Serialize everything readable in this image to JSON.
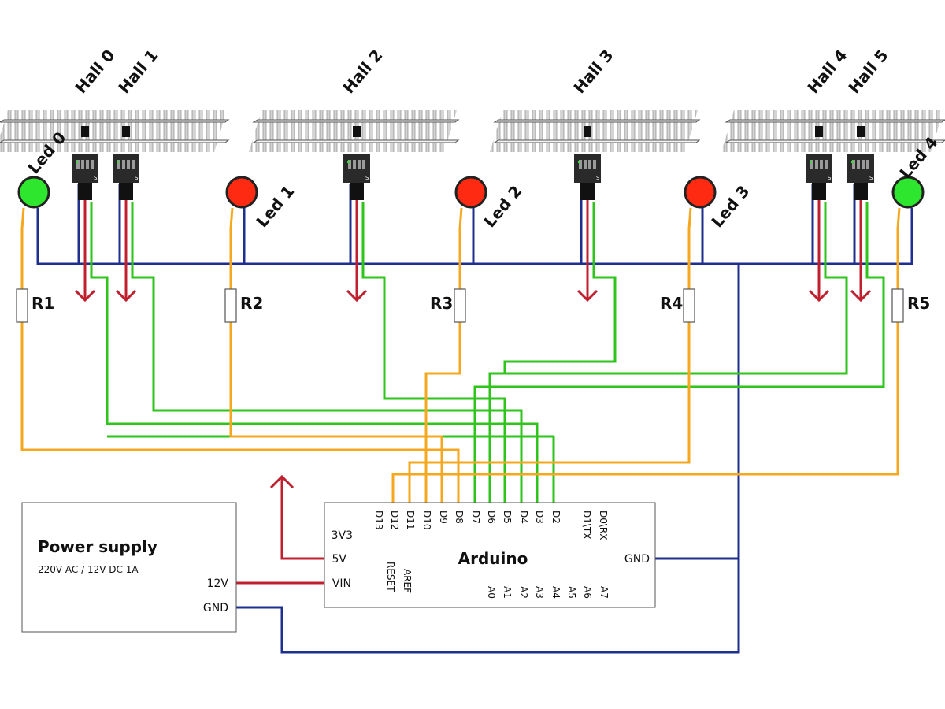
{
  "halls": [
    "Hall 0",
    "Hall 1",
    "Hall 2",
    "Hall 3",
    "Hall 4",
    "Hall 5"
  ],
  "leds": [
    {
      "label": "Led 0",
      "color": "#2ee62e"
    },
    {
      "label": "Led 1",
      "color": "#ff2a12"
    },
    {
      "label": "Led 2",
      "color": "#ff2a12"
    },
    {
      "label": "Led 3",
      "color": "#ff2a12"
    },
    {
      "label": "Led 4",
      "color": "#2ee62e"
    }
  ],
  "resistors": [
    "R1",
    "R2",
    "R3",
    "R4",
    "R5"
  ],
  "sensor_pin": "S",
  "arduino": {
    "title": "Arduino",
    "top_pins": [
      "D13",
      "D12",
      "D11",
      "D10",
      "D9",
      "D8",
      "D7",
      "D6",
      "D5",
      "D4",
      "D3",
      "D2",
      "D1\\TX",
      "D0\\RX"
    ],
    "left_pins": [
      "3V3",
      "5V",
      "VIN"
    ],
    "right_pin": "GND",
    "bottom_left_pins": [
      "RESET",
      "AREF"
    ],
    "analog_pins": [
      "A0",
      "A1",
      "A2",
      "A3",
      "A4",
      "A5",
      "A6",
      "A7"
    ]
  },
  "power_supply": {
    "title": "Power supply",
    "subtitle": "220V AC / 12V DC  1A",
    "out_12v": "12V",
    "out_gnd": "GND"
  },
  "colors": {
    "gnd_wire": "#1f2f8f",
    "power_wire": "#c0202e",
    "signal_wire": "#2ec41a",
    "led_wire": "#f5a81e",
    "led_on": "#2ee62e",
    "led_off": "#ff2a12"
  }
}
